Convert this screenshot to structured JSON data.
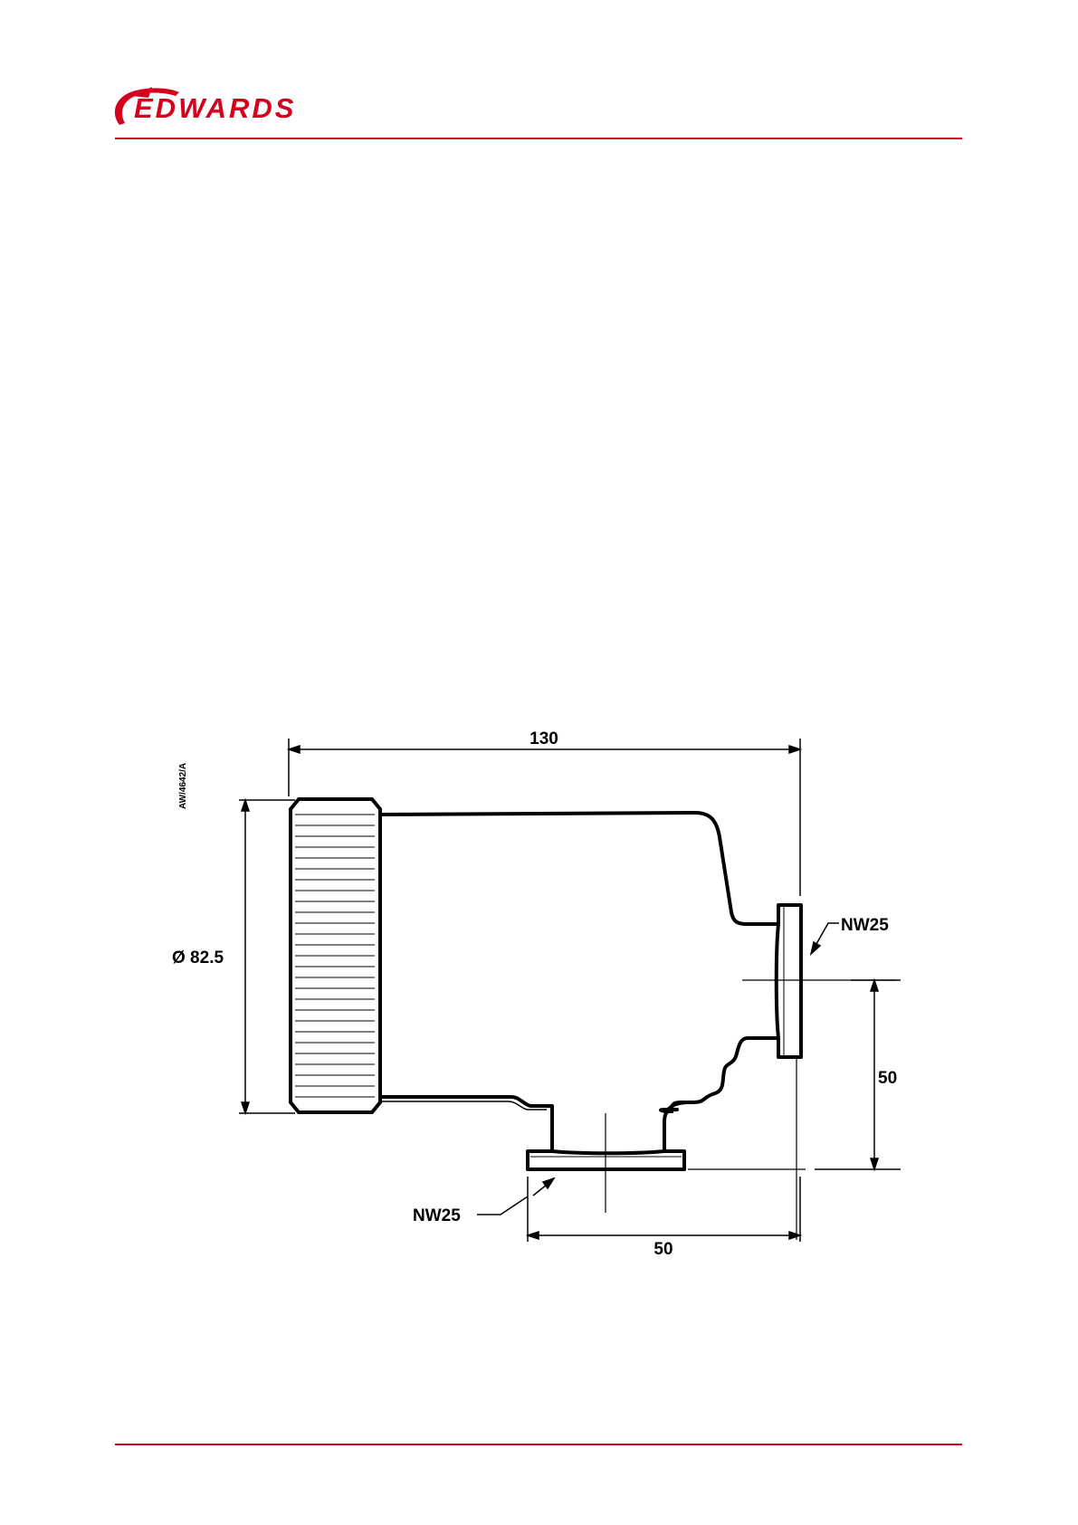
{
  "header": {
    "brand": "EDWARDS",
    "accent_color": "#d6001c"
  },
  "drawing": {
    "reference": "AW/4642/A",
    "dim_overall_length": "130",
    "dim_diameter": "Ø 82.5",
    "dim_port_offset_vertical": "50",
    "dim_port_offset_horizontal": "50",
    "label_side_port": "NW25",
    "label_bottom_port": "NW25"
  }
}
